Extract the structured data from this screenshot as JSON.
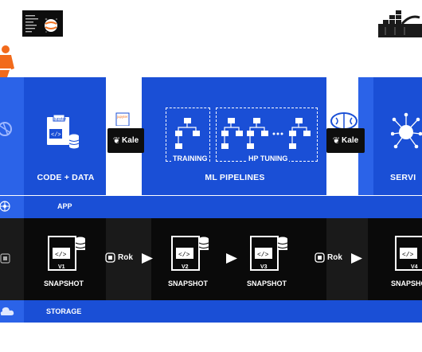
{
  "colors": {
    "app_blue": "#1a4fd6",
    "storage_blue": "#2b63e8",
    "snapshot_black": "#0a0a0a",
    "person_orange": "#f26a1b"
  },
  "layers": {
    "app_label": "APP",
    "storage_label": "STORAGE"
  },
  "stages": {
    "code_data": "CODE + DATA",
    "ml_pipelines": "ML PIPELINES",
    "training": "TRAINING",
    "hp_tuning": "HP TUNING",
    "serving": "SERVI"
  },
  "connectors": {
    "kale": "Kale",
    "rok": "Rok"
  },
  "snapshots": [
    {
      "label": "SNAPSHOT",
      "version": "V1"
    },
    {
      "label": "SNAPSHOT",
      "version": "V2"
    },
    {
      "label": "SNAPSHOT",
      "version": "V3"
    },
    {
      "label": "SNAPSHOT",
      "version": "V4"
    }
  ],
  "icons": {
    "notebook": "jupyter-notebook-icon",
    "docker": "docker-icon",
    "brain": "brain-icon",
    "kubernetes": "kubernetes-icon",
    "cloud": "cloud-icon",
    "database": "database-icon"
  }
}
